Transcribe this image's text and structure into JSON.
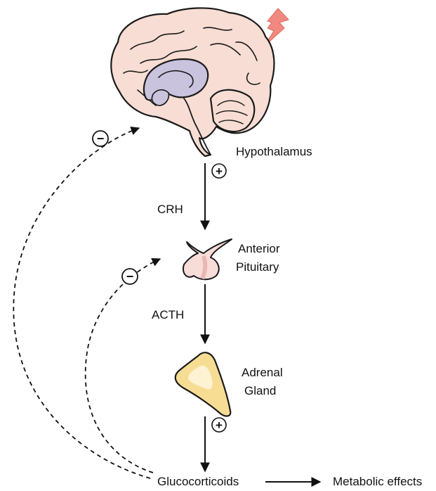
{
  "labels": {
    "hypothalamus": "Hypothalamus",
    "crh": "CRH",
    "anterior_pituitary_line1": "Anterior",
    "anterior_pituitary_line2": "Pituitary",
    "acth": "ACTH",
    "adrenal_line1": "Adrenal",
    "adrenal_line2": "Gland",
    "glucocorticoids": "Glucocorticoids",
    "metabolic_effects": "Metabolic effects"
  },
  "signs": {
    "positive": "+",
    "negative": "−"
  },
  "colors": {
    "brain_fill": "#f7ddd3",
    "limbic_fill": "#c9c3de",
    "pituitary_fill": "#f8dcd8",
    "adrenal_fill": "#f7dd93",
    "adrenal_inner": "#fdf3d2",
    "stress_bolt": "#f08a80",
    "stroke": "#1a1a1a"
  },
  "icons": {
    "stress": "lightning-bolt-icon",
    "brain": "brain-icon",
    "pituitary": "pituitary-gland-icon",
    "adrenal": "adrenal-gland-icon"
  }
}
